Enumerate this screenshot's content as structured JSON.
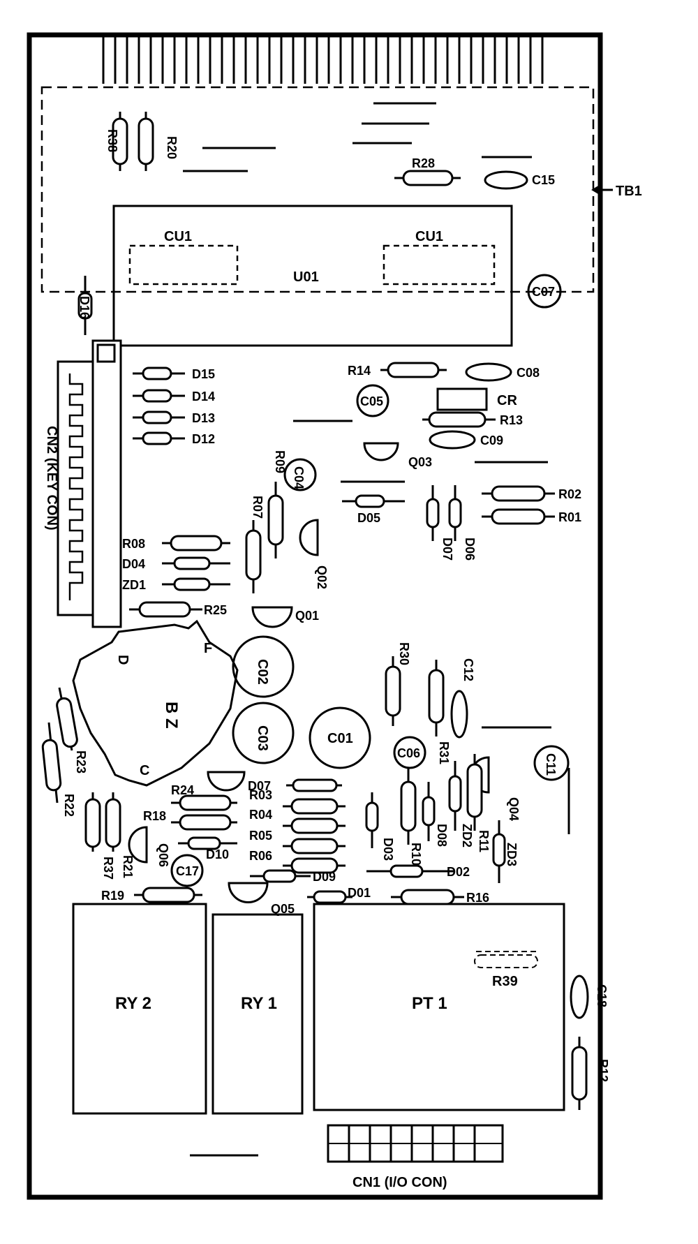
{
  "labels": {
    "tb1": "TB1",
    "cu1_left": "CU1",
    "cu1_right": "CU1",
    "u01": "U01",
    "c07": "C07",
    "c05": "C05",
    "c04": "C04",
    "c02": "C02",
    "c03": "C03",
    "c01": "C01",
    "c06": "C06",
    "c11": "C11",
    "c17": "C17",
    "c15": "C15",
    "c08": "C08",
    "c09": "C09",
    "c12": "C12",
    "c18": "C18",
    "cr": "CR",
    "bz": "B Z",
    "bz_d": "D",
    "bz_f": "F",
    "bz_c": "C",
    "ry2": "RY 2",
    "ry1": "RY 1",
    "pt1": "PT 1",
    "cn2": "CN2 (KEY CON)",
    "cn1": "CN1 (I/O CON)",
    "r39": "R39",
    "q01": "Q01",
    "q02": "Q02",
    "q03": "Q03",
    "q04": "Q04",
    "q05": "Q05",
    "q06": "Q06"
  },
  "resistors": {
    "r38": "R38",
    "r20": "R20",
    "r28": "R28",
    "r14": "R14",
    "r13": "R13",
    "r02": "R02",
    "r01": "R01",
    "r09": "R09",
    "r07": "R07",
    "r08": "R08",
    "r25": "R25",
    "r30": "R30",
    "r31": "R31",
    "r23": "R23",
    "r22": "R22",
    "r24": "R24",
    "r03": "R03",
    "r04": "R04",
    "r05": "R05",
    "r06": "R06",
    "r18": "R18",
    "r21": "R21",
    "r37": "R37",
    "r10": "R10",
    "r11": "R11",
    "r16": "R16",
    "r19": "R19",
    "r12": "R12"
  },
  "diodes": {
    "d16": "D16",
    "d15": "D15",
    "d14": "D14",
    "d13": "D13",
    "d12": "D12",
    "d05": "D05",
    "d07a": "D07",
    "d06a": "D06",
    "d04": "D04",
    "zd1": "ZD1",
    "d07b": "D07",
    "d03": "D03",
    "d08": "D08",
    "zd2": "ZD2",
    "zd3": "ZD3",
    "d10": "D10",
    "d09": "D09",
    "d02": "D02",
    "d01": "D01"
  }
}
